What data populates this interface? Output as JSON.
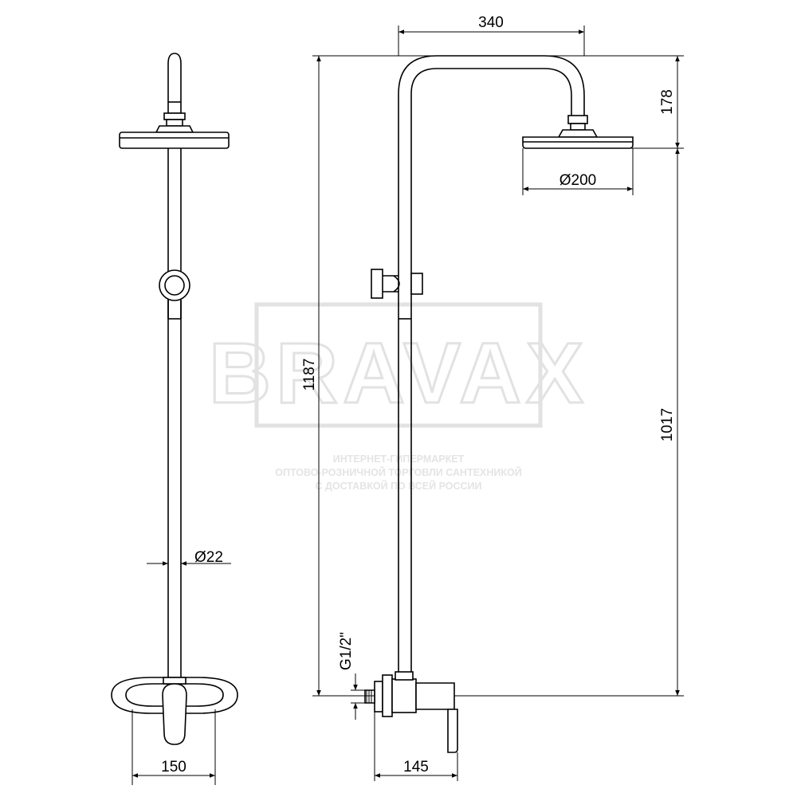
{
  "watermark": {
    "brand": "BRAVAX",
    "lines": [
      "ИНТЕРНЕТ-ГИПЕРМАРКЕТ",
      "ОПТОВО-РОЗНИЧНОЙ ТОРГОВЛИ САНТЕХНИКОЙ",
      "С ДОСТАВКОЙ ПО ВСЕЙ РОССИИ"
    ]
  },
  "dimensions": {
    "head_reach": "340",
    "head_height": "178",
    "head_diameter": "Ø200",
    "total_height": "1187",
    "head_to_mixer": "1017",
    "pipe_diameter": "Ø22",
    "thread": "G1/2\"",
    "mixer_width": "150",
    "mixer_depth": "145"
  },
  "colors": {
    "line": "#000000",
    "watermark": "#e2e2e2"
  }
}
